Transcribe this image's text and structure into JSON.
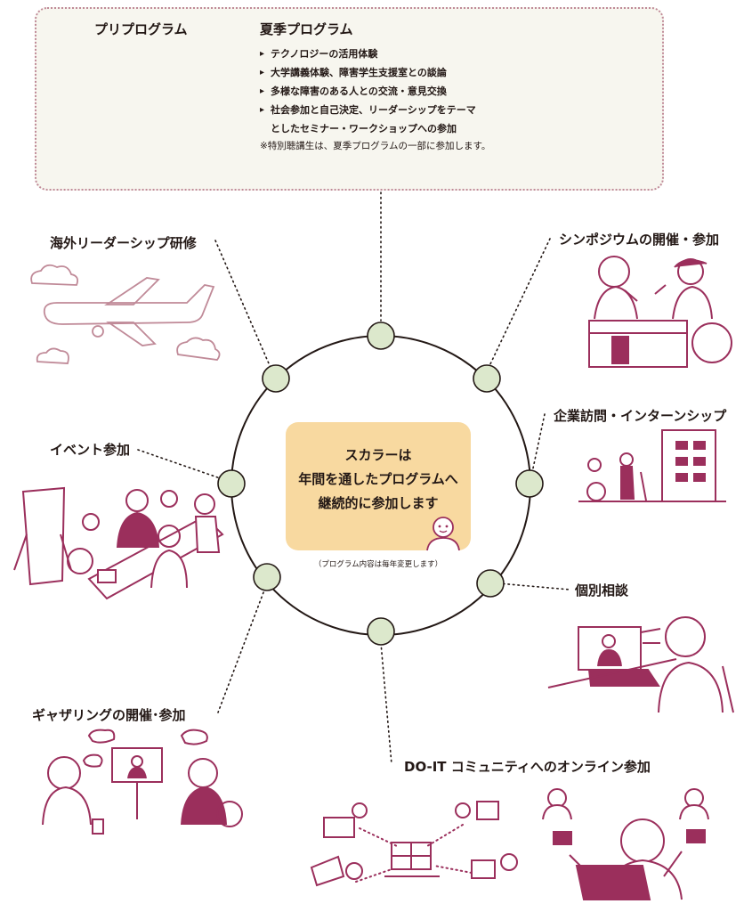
{
  "summer_box": {
    "pre_program_title": "プリプログラム",
    "summer_program_title": "夏季プログラム",
    "items": [
      "テクノロジーの活用体験",
      "大学講義体験、障害学生支援室との談論",
      "多様な障害のある人との交流・意見交換",
      "社会参加と自己決定、リーダーシップをテーマ",
      "としたセミナー・ワークショップへの参加"
    ],
    "note": "※特別聴講生は、夏季プログラムの一部に参加します。"
  },
  "center": {
    "lines": [
      "スカラーは",
      "年間を通したプログラムへ",
      "継続的に参加します"
    ],
    "caption": "（プログラム内容は毎年変更します）"
  },
  "nodes": {
    "overseas_leadership": "海外リーダーシップ研修",
    "symposium": "シンポジウムの開催・参加",
    "event": "イベント参加",
    "company_visit": "企業訪問・インターンシップ",
    "consultation": "個別相談",
    "gathering": "ギャザリングの開催･参加",
    "online_community": "DO-IT コミュニティへのオンライン参加"
  },
  "colors": {
    "accent": "#9b2f5c",
    "node_fill": "#dce8cc",
    "center_fill": "#f8d9a0",
    "dotted": "#c08a98",
    "line": "#231815"
  }
}
